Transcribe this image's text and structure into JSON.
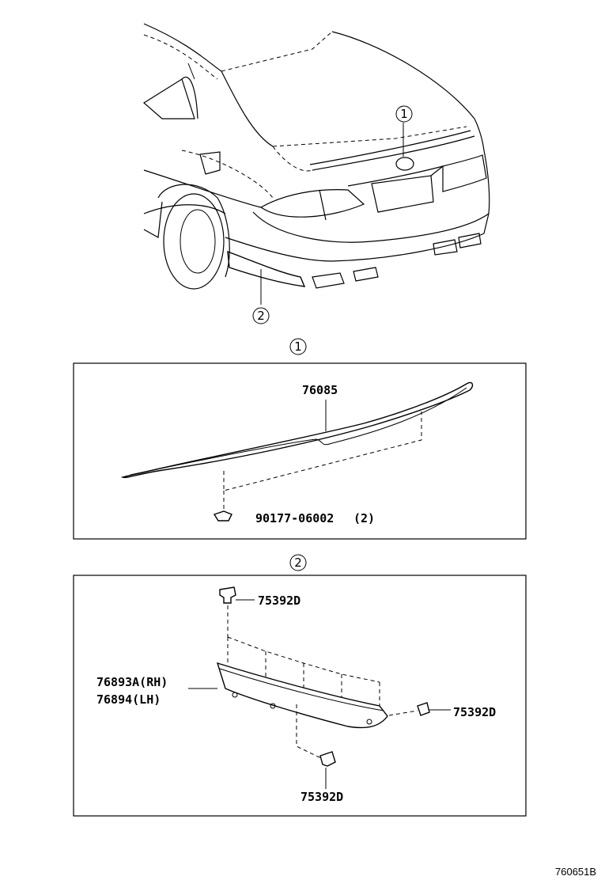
{
  "callouts": {
    "one": "1",
    "two": "2"
  },
  "section1": {
    "spoiler_part": "76085",
    "clip_part": "90177-06002",
    "clip_qty": "(2)"
  },
  "section2": {
    "clip_top": "75392D",
    "clip_right": "75392D",
    "clip_bottom": "75392D",
    "extension_rh": "76893A(RH)",
    "extension_lh": "76894(LH)"
  },
  "document_id": "760651B"
}
